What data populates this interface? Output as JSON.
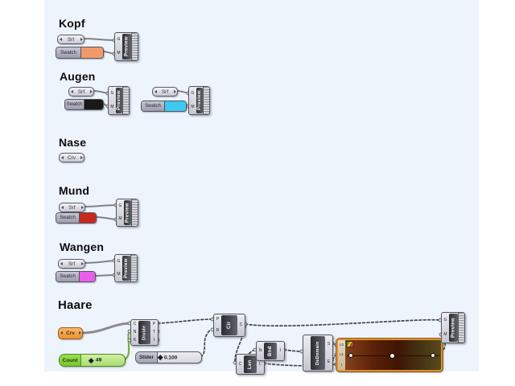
{
  "canvas": {
    "background": "#edf4fb"
  },
  "groups": {
    "kopf": {
      "label": "Kopf",
      "srf": "Srf",
      "swatch_label": "Swatch",
      "swatch_color": "#f2996a",
      "preview": {
        "name": "Preview",
        "inputs": [
          "G",
          "M"
        ]
      }
    },
    "augen": {
      "label": "Augen",
      "eye1": {
        "srf": "Srf",
        "swatch_label": "Swatch",
        "swatch_color": "#19191c",
        "preview": {
          "name": "Preview",
          "inputs": [
            "G",
            "M"
          ]
        }
      },
      "eye2": {
        "srf": "Srf",
        "swatch_label": "Swatch",
        "swatch_color": "#3dc9f2",
        "preview": {
          "name": "Preview",
          "inputs": [
            "G",
            "M"
          ]
        }
      }
    },
    "nase": {
      "label": "Nase",
      "crv": "Crv"
    },
    "mund": {
      "label": "Mund",
      "srf": "Srf",
      "swatch_label": "Swatch",
      "swatch_color": "#c9291d",
      "preview": {
        "name": "Preview",
        "inputs": [
          "G",
          "M"
        ]
      }
    },
    "wangen": {
      "label": "Wangen",
      "srf": "Srf",
      "swatch_label": "Swatch",
      "swatch_color": "#e95de9",
      "preview": {
        "name": "Preview",
        "inputs": [
          "G",
          "M"
        ]
      }
    },
    "haare": {
      "label": "Haare",
      "crv": {
        "label": "Crv",
        "color": "#f0973a"
      },
      "divide": {
        "name": "Divide",
        "inputs": [
          "C",
          "N",
          "K"
        ],
        "outputs": [
          "P",
          "T",
          "t"
        ]
      },
      "count_slider": {
        "label": "Count",
        "value": "49"
      },
      "value_slider": {
        "label": "Slider",
        "value": "0.100"
      },
      "circle": {
        "name": "Cir",
        "inputs": [
          "P",
          "R"
        ],
        "outputs": [
          "C"
        ]
      },
      "length": {
        "name": "Len",
        "inputs": [
          "C"
        ],
        "outputs": [
          "L"
        ]
      },
      "bounds": {
        "name": "Bnd",
        "inputs": [
          "N"
        ],
        "outputs": [
          "I"
        ]
      },
      "dedomain": {
        "name": "DeDomain",
        "outputs": [
          "S",
          "E"
        ]
      },
      "gradient": {
        "inputs": [
          "L0",
          "L1",
          "t"
        ],
        "stops": [
          "#84421c",
          "#5c2008",
          "#3f1505",
          "#443312",
          "#584a1e"
        ]
      },
      "preview": {
        "name": "Preview",
        "inputs": [
          "G",
          "M"
        ]
      }
    }
  }
}
